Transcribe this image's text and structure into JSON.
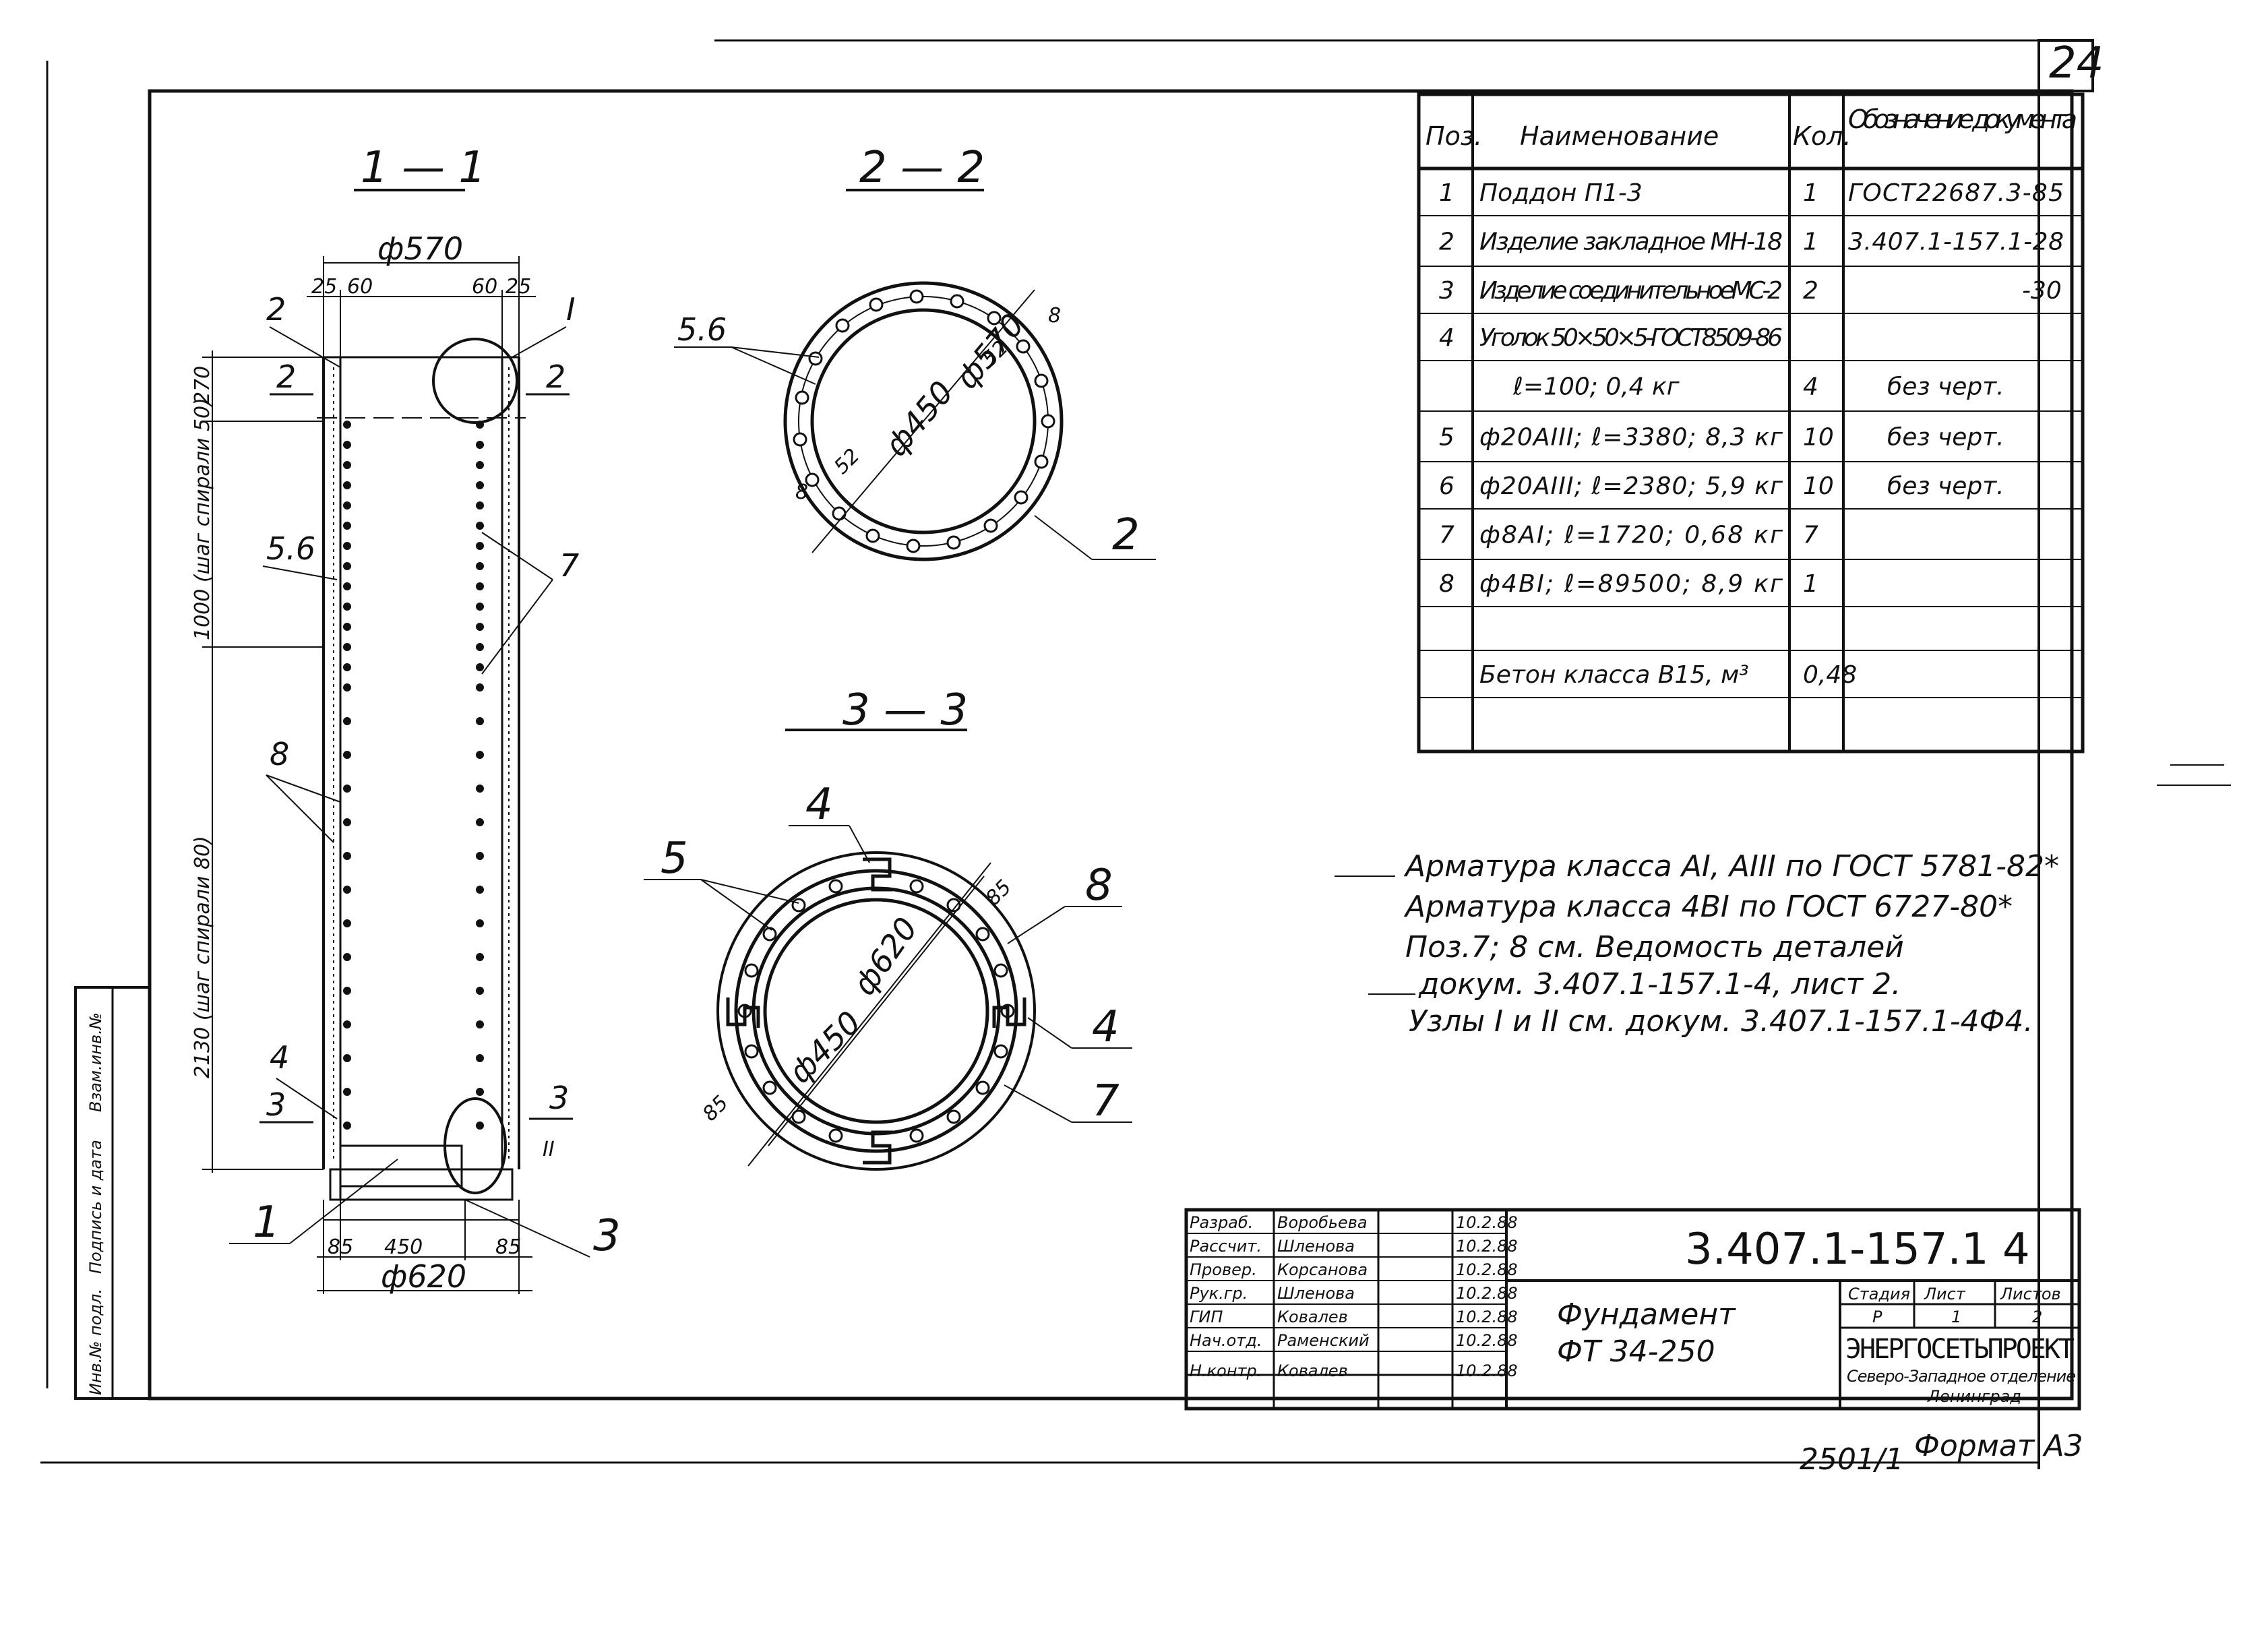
{
  "sheet_number": "24",
  "page_footer": "2501/1",
  "format": "Формат А3",
  "side_stamp": [
    "Инв.№ подл.",
    "Подпись и дата",
    "Взам.инв.№"
  ],
  "sections": {
    "s1": "1 — 1",
    "s2": "2 — 2",
    "s3": "3 — 3"
  },
  "section1": {
    "dia_top": "ф570",
    "top_dims": [
      "25",
      "60",
      "60",
      "25"
    ],
    "dim_270": "270",
    "dim_spiral50": "1000 (шаг спирали 50)",
    "dim_spiral80": "2130 (шаг спирали 80)",
    "bottom_dims": [
      "85",
      "450",
      "85"
    ],
    "dia_bottom": "ф620",
    "callouts": [
      "2",
      "I",
      "2",
      "2",
      "5.6",
      "7",
      "8",
      "4",
      "3",
      "3",
      "II",
      "1",
      "3"
    ]
  },
  "section2": {
    "d_outer": "ф570",
    "d_inner": "ф450",
    "dims": [
      "52",
      "52",
      "8",
      "8"
    ],
    "callouts": [
      "5.6",
      "2"
    ]
  },
  "section3": {
    "d_outer": "ф620",
    "d_inner": "ф450",
    "dims": [
      "85",
      "85"
    ],
    "callouts": [
      "4",
      "5",
      "8",
      "4",
      "7"
    ]
  },
  "spec_table": {
    "headers": [
      "Поз.",
      "Наименование",
      "Кол.",
      "Обозначение документа"
    ],
    "rows": [
      [
        "1",
        "Поддон П1-3",
        "1",
        "ГОСТ22687.3-85"
      ],
      [
        "2",
        "Изделие закладное МН-18",
        "1",
        "3.407.1-157.1-28"
      ],
      [
        "3",
        "Изделие соединительноеМС-2",
        "2",
        "-30"
      ],
      [
        "4",
        "Уголок 50×50×5-ГОСТ8509-86",
        "",
        ""
      ],
      [
        "",
        "ℓ=100;  0,4 кг",
        "4",
        "без черт."
      ],
      [
        "5",
        "ф20АIII;  ℓ=3380;  8,3 кг",
        "10",
        "без черт."
      ],
      [
        "6",
        "ф20АIII;  ℓ=2380;  5,9 кг",
        "10",
        "без черт."
      ],
      [
        "7",
        "ф8АI;  ℓ=1720;  0,68 кг",
        "7",
        ""
      ],
      [
        "8",
        "ф4ВI;  ℓ=89500;  8,9 кг",
        "1",
        ""
      ],
      [
        "",
        "",
        "",
        ""
      ],
      [
        "",
        "Бетон класса В15, м³",
        "0,48",
        ""
      ],
      [
        "",
        "",
        "",
        ""
      ]
    ]
  },
  "notes": [
    "Арматура класса АI, АIII по ГОСТ 5781-82*",
    "Арматура класса 4ВI по ГОСТ 6727-80*",
    "Поз.7; 8 см. Ведомость деталей",
    "докум. 3.407.1-157.1-4, лист 2.",
    "Узлы I и II см. докум. 3.407.1-157.1-4Ф4."
  ],
  "title_block": {
    "roles": [
      "Разраб.",
      "Рассчит.",
      "Провер.",
      "Рук.гр.",
      "ГИП",
      "Нач.отд.",
      "Н.контр."
    ],
    "names": [
      "Воробьева",
      "Шленова",
      "Корсанова",
      "Шленова",
      "Ковалев",
      "Раменский",
      "Ковалев"
    ],
    "dates": [
      "10.2.88",
      "10.2.88",
      "10.2.88",
      "10.2.88",
      "10.2.88",
      "10.2.88",
      "10.2.88"
    ],
    "doc_code": "3.407.1-157.1  4",
    "title_line1": "Фундамент",
    "title_line2": "ФТ 34-250",
    "stage_header": "Стадия",
    "sheet_header": "Лист",
    "sheets_header": "Листов",
    "stage": "Р",
    "sheet": "1",
    "sheets": "2",
    "org_name": "ЭНЕРГОСЕТЬПРОЕКТ",
    "org_sub1": "Северо-Западное отделение",
    "org_sub2": "Ленинград"
  }
}
